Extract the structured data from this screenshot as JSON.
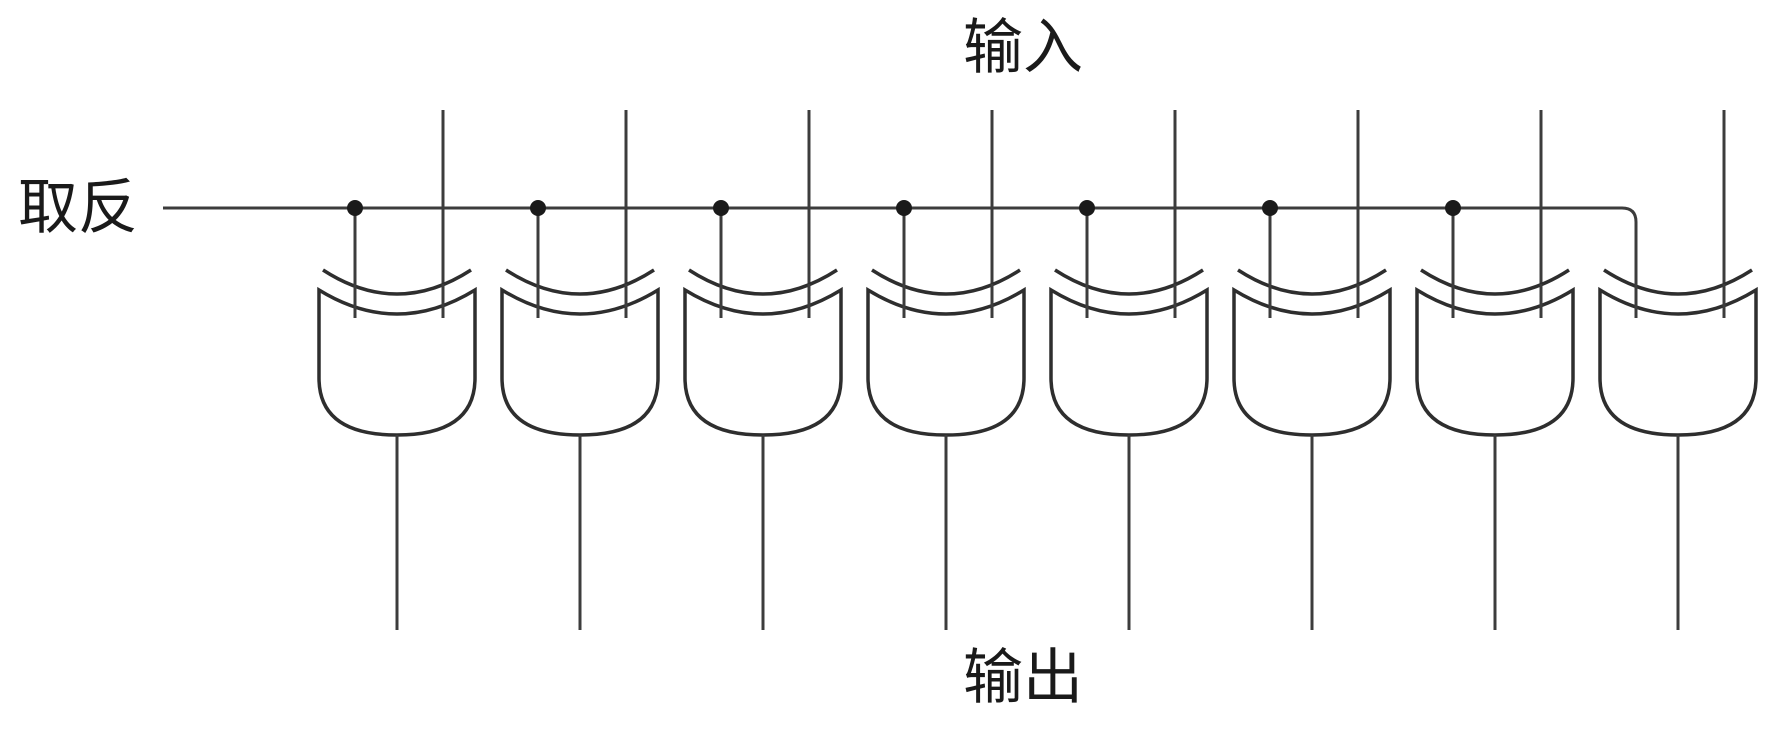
{
  "labels": {
    "input": "输入",
    "invert": "取反",
    "output": "输出"
  },
  "gate_count": 8,
  "gate_type": "xor",
  "colors": {
    "wire": "#3c3c3c",
    "gate_outline": "#2e2e2e",
    "junction": "#1a1a1a",
    "text": "#1a1a1a"
  }
}
